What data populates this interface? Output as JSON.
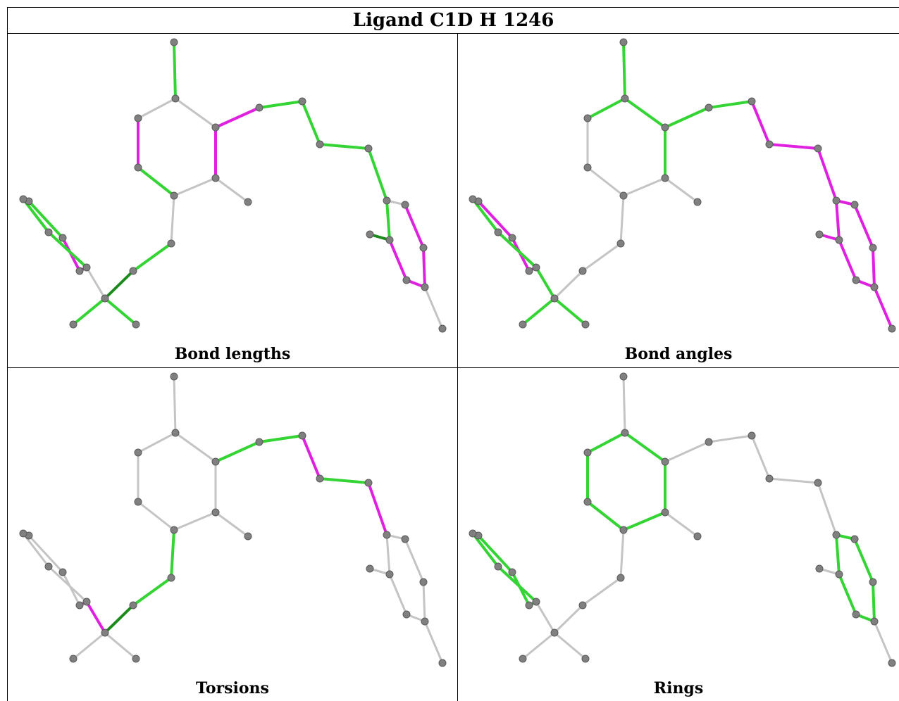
{
  "title": "Ligand C1D H 1246",
  "panels": [
    {
      "caption": "Bond lengths"
    },
    {
      "caption": "Bond angles"
    },
    {
      "caption": "Torsions"
    },
    {
      "caption": "Rings"
    }
  ],
  "colors": {
    "grey": "#c4c4c4",
    "green": "#33d433",
    "dark_green": "#1a8a1a",
    "magenta": "#e020e0",
    "atom": "#808080"
  }
}
